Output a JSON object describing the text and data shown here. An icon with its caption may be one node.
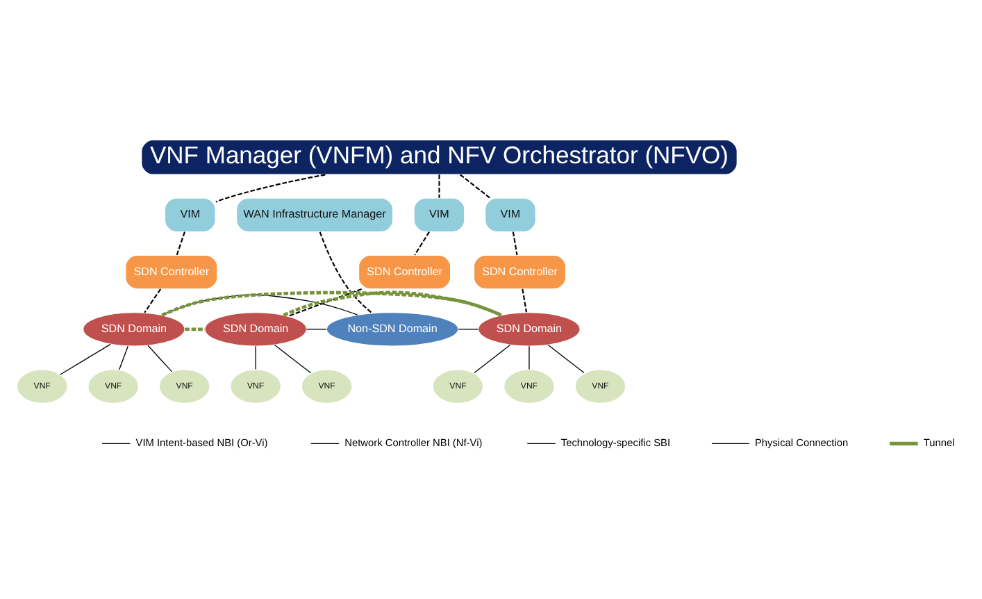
{
  "diagram": {
    "nodes": [
      {
        "text": [
          "VNF Manager (VNFM) and NFV Orchestrator (NFVO)"
        ]
      },
      {
        "text": [
          "VIM"
        ]
      },
      {
        "text": [
          "WAN Infrastructure Manager"
        ]
      },
      {
        "text": [
          "VIM"
        ]
      },
      {
        "text": [
          "VIM"
        ]
      },
      {
        "text": [
          "SDN Controller"
        ]
      },
      {
        "text": [
          "SDN Controller"
        ]
      },
      {
        "text": [
          "SDN Controller"
        ]
      },
      {
        "text": [
          "SDN Domain"
        ]
      },
      {
        "text": [
          "SDN Domain"
        ]
      },
      {
        "text": [
          "Non-SDN Domain"
        ]
      },
      {
        "text": [
          "SDN Domain"
        ]
      },
      {
        "text": [
          "VNF"
        ]
      },
      {
        "text": [
          "VNF"
        ]
      },
      {
        "text": [
          "VNF"
        ]
      },
      {
        "text": [
          "VNF"
        ]
      },
      {
        "text": [
          "VNF"
        ]
      },
      {
        "text": [
          "VNF"
        ]
      },
      {
        "text": [
          "VNF"
        ]
      },
      {
        "text": [
          "VNF"
        ]
      }
    ],
    "edges": [
      {
        "from": 0,
        "to": 1,
        "arrow": "none",
        "style": "dashed"
      },
      {
        "from": 0,
        "to": 3,
        "arrow": "none",
        "style": "dashed"
      },
      {
        "from": 0,
        "to": 4,
        "arrow": "none",
        "style": "dashed"
      },
      {
        "from": 1,
        "to": 5,
        "arrow": "none",
        "style": "dashed"
      },
      {
        "from": 3,
        "to": 6,
        "arrow": "none",
        "style": "dashed"
      },
      {
        "from": 4,
        "to": 7,
        "arrow": "none",
        "style": "dashed"
      },
      {
        "from": 5,
        "to": 8,
        "arrow": "none",
        "style": "dashed"
      },
      {
        "from": 6,
        "to": 9,
        "arrow": "none",
        "style": "dashed"
      },
      {
        "from": 7,
        "to": 11,
        "arrow": "none",
        "style": "dashed"
      },
      {
        "from": 2,
        "to": 10,
        "arrow": "none",
        "style": "dashed"
      },
      {
        "from": 12,
        "to": 8,
        "arrow": "none"
      },
      {
        "from": 13,
        "to": 8,
        "arrow": "none"
      },
      {
        "from": 14,
        "to": 8,
        "arrow": "none"
      },
      {
        "from": 9,
        "to": 15,
        "arrow": "none"
      },
      {
        "from": 9,
        "to": 16,
        "arrow": "none"
      },
      {
        "from": 11,
        "to": 17,
        "arrow": "none"
      },
      {
        "from": 11,
        "to": 18,
        "arrow": "none"
      },
      {
        "from": 11,
        "to": 19,
        "arrow": "none"
      },
      {
        "from": 8,
        "to": 10,
        "arrow": "none"
      },
      {
        "from": 9,
        "to": 10,
        "arrow": "none"
      },
      {
        "from": 10,
        "to": 11,
        "arrow": "none"
      },
      {
        "from": 8,
        "to": 9,
        "arrow": "none",
        "style": "dashed",
        "color": "#77933c"
      },
      {
        "from": 9,
        "to": 11,
        "arrow": "none",
        "style": "dashed",
        "color": "#77933c"
      },
      {
        "from": 8,
        "to": 11,
        "arrow": "none",
        "style": "dashed",
        "color": "#77933c"
      }
    ],
    "legend": [
      {
        "text": "VIM Intent-based NBI (Or-Vi)"
      },
      {
        "text": "Network Controller NBI (Nf-Vi)"
      },
      {
        "text": "Technology-specific SBI"
      },
      {
        "text": "Physical Connection"
      },
      {
        "text": "Tunnel"
      }
    ]
  }
}
